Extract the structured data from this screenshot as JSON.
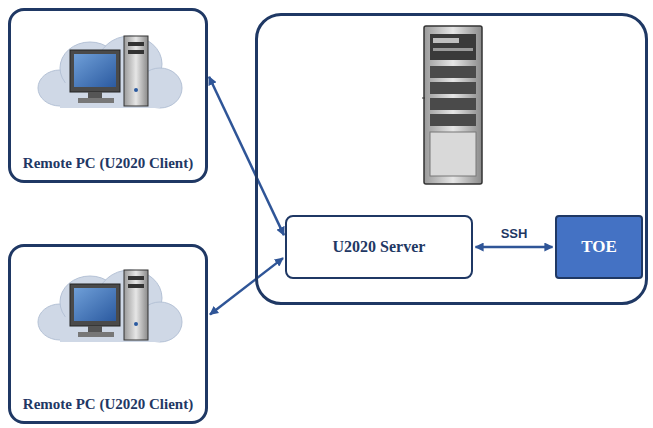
{
  "diagram": {
    "nodes": [
      {
        "text": [
          "Remote PC (U2020 Client)"
        ]
      },
      {
        "text": []
      },
      {
        "text": [
          "U2020 Server"
        ],
        "in": 1
      },
      {
        "text": [
          "TOE"
        ],
        "in": 1
      },
      {
        "text": [
          "Remote PC (U2020 Client)"
        ]
      }
    ],
    "edges": [
      {
        "from": 0,
        "to": 2,
        "arrow": "both"
      },
      {
        "from": 4,
        "to": 2,
        "arrow": "both"
      },
      {
        "from": 2,
        "to": 3,
        "label": "SSH",
        "arrow": "both"
      }
    ]
  }
}
